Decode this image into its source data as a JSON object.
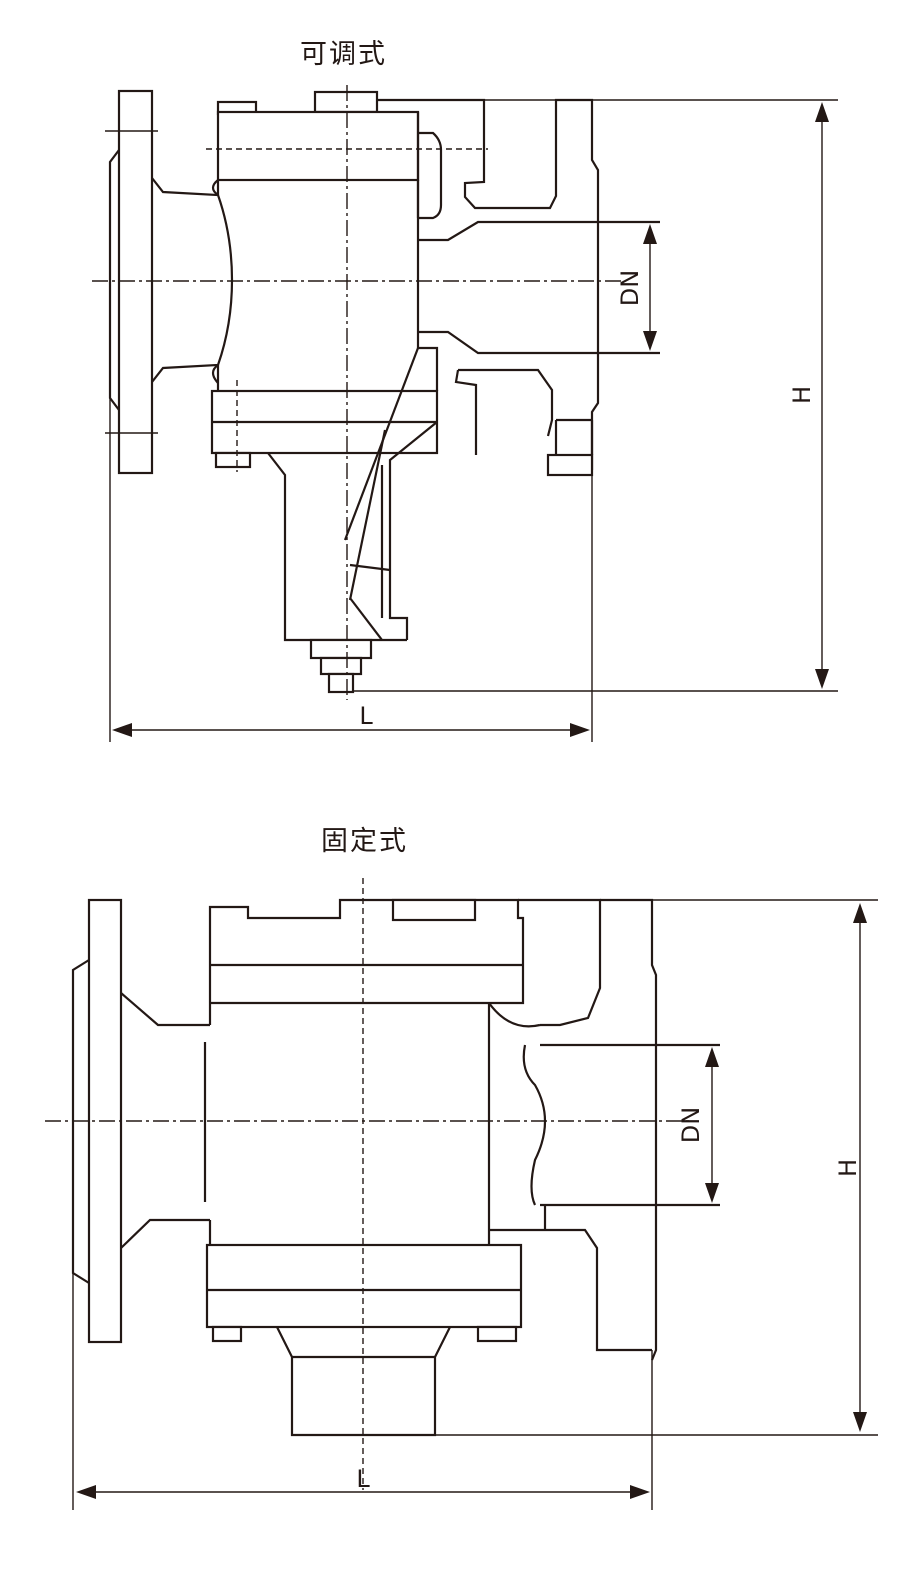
{
  "diagrams": {
    "adjustable": {
      "title": "可调式",
      "dim_dn": "DN",
      "dim_h": "H",
      "dim_l": "L"
    },
    "fixed": {
      "title": "固定式",
      "dim_dn": "DN",
      "dim_h": "H",
      "dim_l": "L"
    }
  },
  "colors": {
    "line": "#231815",
    "background": "#ffffff"
  }
}
